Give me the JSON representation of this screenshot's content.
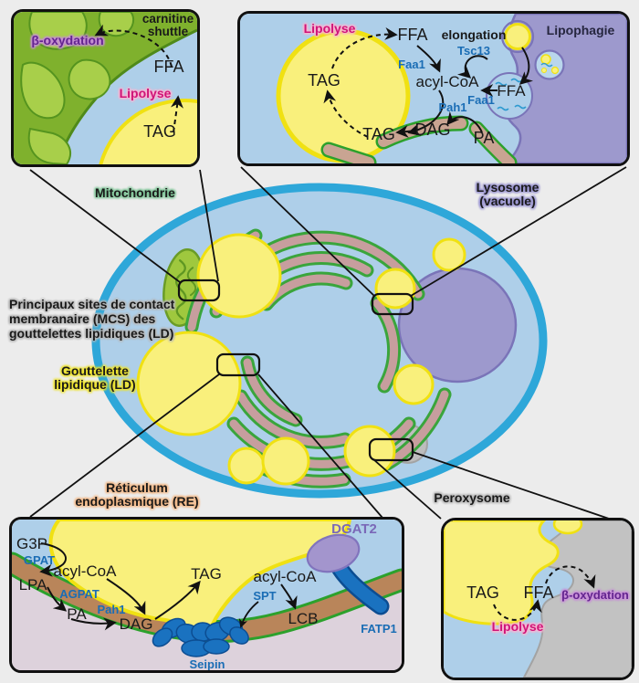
{
  "palette": {
    "background": "#ececec",
    "cytosol_blue": "#aecfe9",
    "cell_membrane": "#2ea7d9",
    "droplet_yellow": "#f9f07c",
    "droplet_border": "#f0e112",
    "mito_green": "#a8cf4a",
    "er_pink": "#c79e9e",
    "er_green": "#3aa53c",
    "vacuole_purple": "#9d99cd",
    "peroxisome_gray": "#c2c2c2",
    "lumen_lavender": "#ddd2dc",
    "protein_blue": "#1a72c0",
    "enzyme_text_blue": "#1a6db5",
    "lipolysis_magenta": "#cf1478",
    "betaox_purple": "#63258f"
  },
  "main_labels": {
    "mitochondrie": "Mitochondrie",
    "lysosome_l1": "Lysosome",
    "lysosome_l2": "(vacuole)",
    "mcs_l1": "Principaux sites de contact",
    "mcs_l2": "membranaire (MCS) des",
    "mcs_l3": "gouttelettes lipidiques (LD)",
    "gouttelette_l1": "Gouttelette",
    "gouttelette_l2": "lipidique (LD)",
    "re_l1": "Réticulum",
    "re_l2": "endoplasmique (RE)",
    "peroxysome": "Peroxysome"
  },
  "mito_inset": {
    "beta_oxydation": "β-oxydation",
    "carnitine_l1": "carnitine",
    "carnitine_l2": "shuttle",
    "ffa": "FFA",
    "lipolyse": "Lipolyse",
    "tag": "TAG"
  },
  "lyso_inset": {
    "lipolyse": "Lipolyse",
    "ffa_top": "FFA",
    "tag_droplet": "TAG",
    "faa1_a": "Faa1",
    "acyl_coa": "acyl-CoA",
    "elongation": "elongation",
    "tsc13": "Tsc13",
    "lipophagie": "Lipophagie",
    "ffa_lyso": "FFA",
    "faa1_b": "Faa1",
    "pah1": "Pah1",
    "tag_mem": "TAG",
    "dag": "DAG",
    "pa": "PA"
  },
  "er_inset": {
    "g3p": "G3P",
    "gpat": "GPAT",
    "lpa": "LPA",
    "acyl_coa_1": "acyl-CoA",
    "agpat": "AGPAT",
    "pa": "PA",
    "pah1": "Pah1",
    "dag": "DAG",
    "tag": "TAG",
    "dgat2": "DGAT2",
    "acyl_coa_2": "acyl-CoA",
    "spt": "SPT",
    "lcb": "LCB",
    "fatp1": "FATP1",
    "seipin": "Seipin"
  },
  "perox_inset": {
    "tag": "TAG",
    "ffa": "FFA",
    "beta_oxydation": "β-oxydation",
    "lipolyse": "Lipolyse"
  }
}
